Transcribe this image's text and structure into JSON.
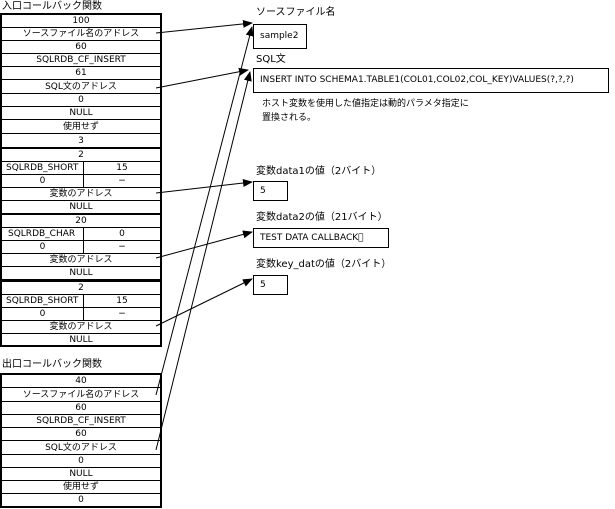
{
  "entry_title": "入口コールバック関数",
  "exit_title": "出口コールバック関数",
  "entry_rows": [
    "100",
    "ソースファイル名のアドレス",
    "60",
    "SQLRDB_CF_INSERT",
    "61",
    "SQL文のアドレス",
    "0",
    "NULL",
    "使用せず",
    "3"
  ],
  "param1": {
    "count": "2",
    "type": "SQLRDB_SHORT",
    "len": "15",
    "zero": "0",
    "dash": "−",
    "addr": "変数のアドレス",
    "null": "NULL"
  },
  "param2": {
    "count": "20",
    "type": "SQLRDB_CHAR",
    "len": "0",
    "zero": "0",
    "dash": "−",
    "addr": "変数のアドレス",
    "null": "NULL"
  },
  "param3": {
    "count": "2",
    "type": "SQLRDB_SHORT",
    "len": "15",
    "zero": "0",
    "dash": "−",
    "addr": "変数のアドレス",
    "null": "NULL"
  },
  "exit_rows": [
    "40",
    "ソースファイル名のアドレス",
    "60",
    "SQLRDB_CF_INSERT",
    "60",
    "SQL文のアドレス",
    "0",
    "NULL",
    "使用せず",
    "0"
  ],
  "source_file": {
    "label": "ソースファイル名",
    "value": "sample2"
  },
  "sql": {
    "label": "SQL文",
    "value": "INSERT INTO SCHEMA1.TABLE1(COL01,COL02,COL_KEY)VALUES(?,?,?)",
    "note_line1": "ホスト変数を使用した値指定は動的パラメタ指定に",
    "note_line2": "置換される。"
  },
  "var1": {
    "label": "変数data1の値（2バイト）",
    "value": "5"
  },
  "var2": {
    "label": "変数data2の値（21バイト）",
    "value": "TEST DATA CALLBACK\u0000"
  },
  "var3": {
    "label": "変数key_datの値（2バイト）",
    "value": "5"
  }
}
